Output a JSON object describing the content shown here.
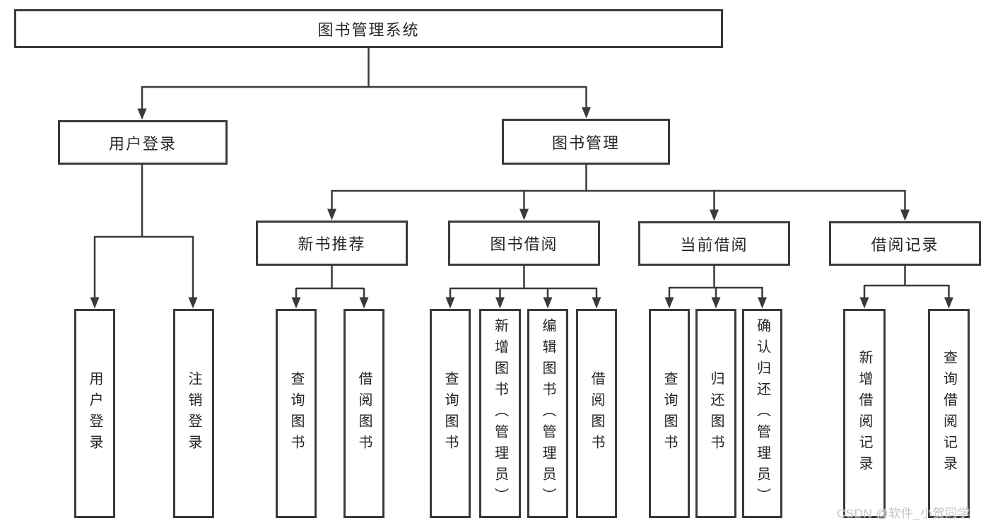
{
  "diagram": {
    "type": "tree",
    "root": {
      "label": "图书管理系统"
    },
    "branches": [
      {
        "label": "用户登录",
        "children": [
          {
            "label": "用户登录"
          },
          {
            "label": "注销登录"
          }
        ]
      },
      {
        "label": "图书管理",
        "children": [
          {
            "label": "新书推荐",
            "children": [
              {
                "label": "查询图书"
              },
              {
                "label": "借阅图书"
              }
            ]
          },
          {
            "label": "图书借阅",
            "children": [
              {
                "label": "查询图书"
              },
              {
                "label": "新增图书（管理员）"
              },
              {
                "label": "编辑图书（管理员）"
              },
              {
                "label": "借阅图书"
              }
            ]
          },
          {
            "label": "当前借阅",
            "children": [
              {
                "label": "查询图书"
              },
              {
                "label": "归还图书"
              },
              {
                "label": "确认归还（管理员）"
              }
            ]
          },
          {
            "label": "借阅记录",
            "children": [
              {
                "label": "新增借阅记录"
              },
              {
                "label": "查询借阅记录"
              }
            ]
          }
        ]
      }
    ]
  },
  "watermark": {
    "text": "CSDN @软件_小贺同学"
  },
  "colors": {
    "line": "#3a3a3a",
    "border": "#3a3a3a",
    "text": "#262626",
    "background": "#ffffff",
    "watermark": "#c4c4c4"
  }
}
